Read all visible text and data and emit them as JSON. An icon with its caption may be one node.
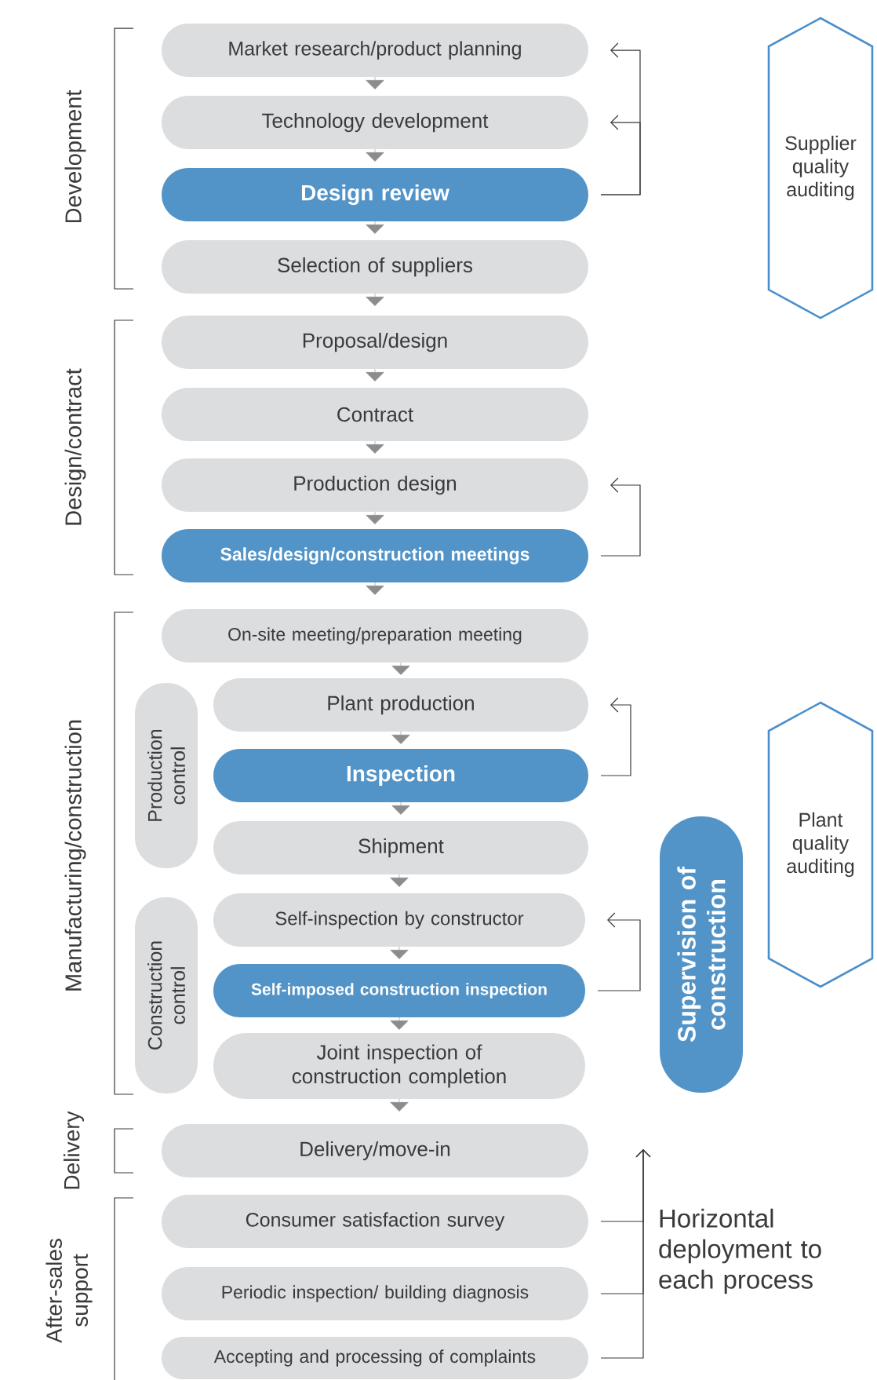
{
  "diagram": {
    "nodes": [
      {
        "text": [
          "Market research/product planning"
        ]
      },
      {
        "text": [
          "Technology development"
        ]
      },
      {
        "text": [
          "Design review"
        ]
      },
      {
        "text": [
          "Selection of suppliers"
        ]
      },
      {
        "text": [
          "Proposal/design"
        ]
      },
      {
        "text": [
          "Contract"
        ]
      },
      {
        "text": [
          "Production design"
        ]
      },
      {
        "text": [
          "Sales/design/construction meetings"
        ]
      },
      {
        "text": [
          "On-site meeting/preparation meeting"
        ]
      },
      {
        "text": [
          "Production control"
        ]
      },
      {
        "text": [
          "Plant production"
        ]
      },
      {
        "text": [
          "Inspection"
        ]
      },
      {
        "text": [
          "Shipment"
        ]
      },
      {
        "text": [
          "Construction control"
        ]
      },
      {
        "text": [
          "Self-inspection by constructor"
        ]
      },
      {
        "text": [
          "Self-imposed construction inspection"
        ]
      },
      {
        "text": [
          "Joint inspection of construction completion"
        ]
      },
      {
        "text": [
          "Delivery/move-in"
        ]
      },
      {
        "text": [
          "Consumer satisfaction survey"
        ]
      },
      {
        "text": [
          "Periodic inspection/ building diagnosis"
        ]
      },
      {
        "text": [
          "Accepting and processing of complaints"
        ]
      },
      {
        "text": [
          "Supervision of construction"
        ]
      },
      {
        "text": [
          "Supplier quality auditing"
        ]
      },
      {
        "text": [
          "Plant quality auditing"
        ]
      }
    ],
    "edges": [
      {
        "from": 0,
        "to": 1,
        "arrow": "to"
      },
      {
        "from": 1,
        "to": 2,
        "arrow": "to"
      },
      {
        "from": 2,
        "to": 3,
        "arrow": "to"
      },
      {
        "from": 3,
        "to": 4,
        "arrow": "to"
      },
      {
        "from": 4,
        "to": 5,
        "arrow": "to"
      },
      {
        "from": 5,
        "to": 6,
        "arrow": "to"
      },
      {
        "from": 6,
        "to": 7,
        "arrow": "to"
      },
      {
        "from": 7,
        "to": 8,
        "arrow": "to"
      },
      {
        "from": 8,
        "to": 10,
        "arrow": "to"
      },
      {
        "from": 10,
        "to": 11,
        "arrow": "to"
      },
      {
        "from": 11,
        "to": 12,
        "arrow": "to"
      },
      {
        "from": 12,
        "to": 14,
        "arrow": "to"
      },
      {
        "from": 14,
        "to": 15,
        "arrow": "to"
      },
      {
        "from": 15,
        "to": 16,
        "arrow": "to"
      },
      {
        "from": 16,
        "to": 17,
        "arrow": "to"
      },
      {
        "from": 2,
        "to": 0,
        "arrow": "to"
      },
      {
        "from": 2,
        "to": 1,
        "arrow": "to"
      },
      {
        "from": 7,
        "to": 6,
        "arrow": "to"
      },
      {
        "from": 11,
        "to": 10,
        "arrow": "to"
      },
      {
        "from": 15,
        "to": 14,
        "arrow": "to"
      },
      {
        "from": 18,
        "to": null,
        "arrow": "to"
      },
      {
        "from": 19,
        "to": null,
        "arrow": "to"
      },
      {
        "from": 20,
        "to": null,
        "arrow": "to"
      }
    ],
    "labels": [
      "Development",
      "Design/contract",
      "Manufacturing/construction",
      "Delivery",
      "After-sales support",
      "Horizontal deployment to each process"
    ]
  }
}
